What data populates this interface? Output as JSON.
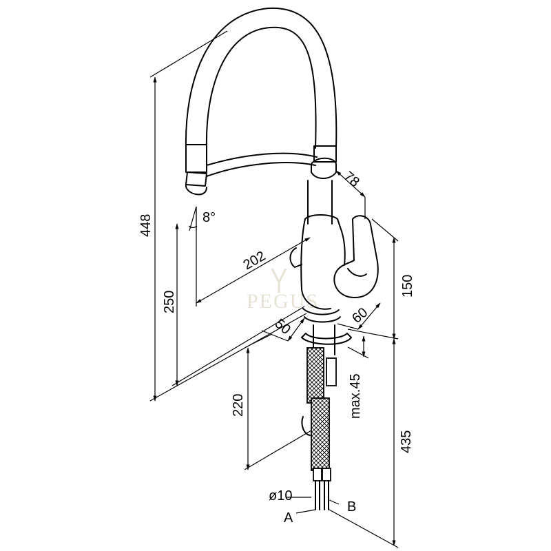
{
  "dimensions": {
    "overall_height": "448",
    "spout_height": "250",
    "spout_reach": "202",
    "spout_angle": "8°",
    "handle_clearance": "78",
    "body_height": "150",
    "base_depth": "50",
    "base_width": "60",
    "max_deck": "max.45",
    "hose_length_1": "220",
    "hose_length_2": "435",
    "connector_diameter": "ø10"
  },
  "connectors": {
    "a": "A",
    "b": "B"
  },
  "watermark": "PEGUS"
}
